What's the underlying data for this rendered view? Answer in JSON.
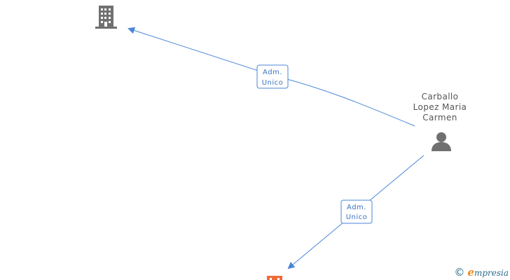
{
  "nodes": {
    "company_top": {
      "type": "company",
      "icon": "building-icon",
      "color": "#707070"
    },
    "company_bottom": {
      "type": "company",
      "icon": "building-icon",
      "color": "#ef6a3a"
    },
    "person": {
      "type": "person",
      "icon": "person-icon",
      "color": "#707070",
      "name_lines": [
        "Carballo",
        "Lopez Maria",
        "Carmen"
      ]
    }
  },
  "edges": [
    {
      "from": "person",
      "to": "company_top",
      "label_lines": [
        "Adm.",
        "Unico"
      ]
    },
    {
      "from": "person",
      "to": "company_bottom",
      "label_lines": [
        "Adm.",
        "Unico"
      ]
    }
  ],
  "edge_color": "#4a86d8",
  "watermark": {
    "copyright": "©",
    "brand_initial": "e",
    "brand_rest": "mpresia"
  }
}
